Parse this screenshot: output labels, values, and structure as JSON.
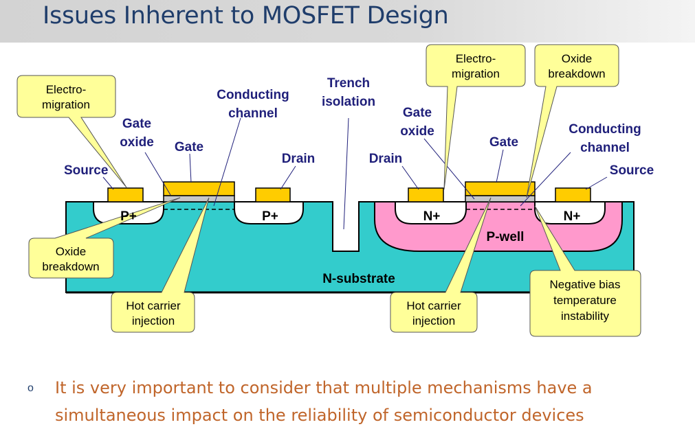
{
  "title": "Issues Inherent to MOSFET Design",
  "colors": {
    "title": "#1f3d6b",
    "substrate": "#33cccc",
    "pwell": "#ff99cc",
    "gate": "#ffcc00",
    "callout": "#ffff99",
    "label": "#1f1f7a",
    "note": "#c0652a"
  },
  "diagram": {
    "left_transistor": {
      "source": "Source",
      "gate_oxide": "Gate\noxide",
      "gate": "Gate",
      "conducting_channel": "Conducting\nchannel",
      "drain": "Drain",
      "region_source": "P+",
      "region_drain": "P+"
    },
    "trench_isolation": "Trench\nisolation",
    "right_transistor": {
      "drain": "Drain",
      "gate_oxide": "Gate\noxide",
      "gate": "Gate",
      "conducting_channel": "Conducting\nchannel",
      "source": "Source",
      "region_drain": "N+",
      "region_source": "N+",
      "well": "P-well"
    },
    "substrate": "N-substrate"
  },
  "callouts": {
    "electromigration_left": "Electro-\nmigration",
    "oxide_breakdown_left": "Oxide\nbreakdown",
    "hot_carrier_left": "Hot carrier\ninjection",
    "electromigration_right": "Electro-\nmigration",
    "oxide_breakdown_right": "Oxide\nbreakdown",
    "hot_carrier_right": "Hot carrier\ninjection",
    "nbti": "Negative bias\ntemperature\ninstability"
  },
  "note": {
    "bullet": "o",
    "text": "It is very important to consider that multiple mechanisms have a simultaneous impact on the reliability of semiconductor devices"
  }
}
